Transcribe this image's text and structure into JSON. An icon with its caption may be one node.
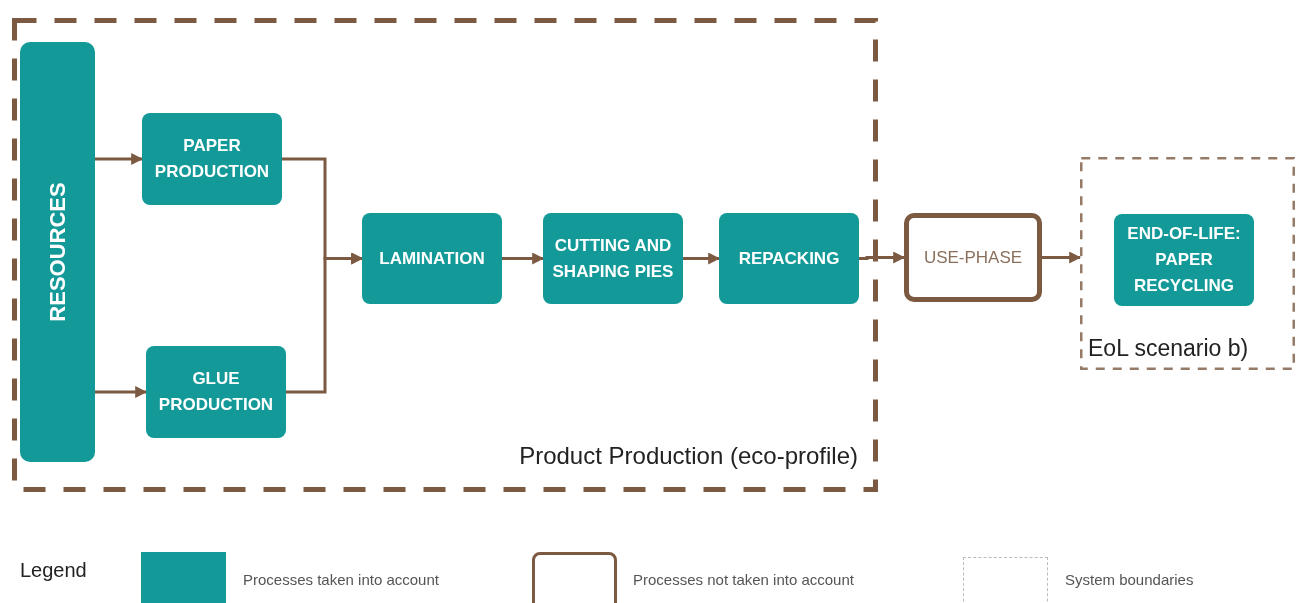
{
  "diagram": {
    "nodes": [
      {
        "text": [
          "Product Production (eco-profile)"
        ]
      },
      {
        "text": [
          "RESOURCES"
        ],
        "in": 0
      },
      {
        "text": [
          "PAPER PRODUCTION"
        ],
        "in": 0
      },
      {
        "text": [
          "GLUE PRODUCTION"
        ],
        "in": 0
      },
      {
        "text": [
          "LAMINATION"
        ],
        "in": 0
      },
      {
        "text": [
          "CUTTING AND SHAPING PIES"
        ],
        "in": 0
      },
      {
        "text": [
          "REPACKING"
        ],
        "in": 0
      },
      {
        "text": [
          "USE-PHASE"
        ]
      },
      {
        "text": [
          "EoL scenario b)"
        ]
      },
      {
        "text": [
          "END-OF-LIFE: PAPER RECYCLING"
        ],
        "in": 8
      }
    ],
    "edges": [
      {
        "from": 1,
        "to": 2,
        "arrow": "to"
      },
      {
        "from": 1,
        "to": 3,
        "arrow": "to"
      },
      {
        "from": 2,
        "to": 4,
        "arrow": "to"
      },
      {
        "from": 3,
        "to": 4,
        "arrow": "to"
      },
      {
        "from": 4,
        "to": 5,
        "arrow": "to"
      },
      {
        "from": 5,
        "to": 6,
        "arrow": "to"
      },
      {
        "from": 6,
        "to": 7,
        "arrow": "to"
      },
      {
        "from": 7,
        "to": 8,
        "arrow": "to"
      }
    ],
    "labels": [
      "Legend"
    ],
    "legend": [
      {
        "text": "Processes taken into account",
        "color": "#139a98"
      },
      {
        "text": "Processes not taken into account"
      },
      {
        "text": "System boundaries"
      }
    ]
  }
}
